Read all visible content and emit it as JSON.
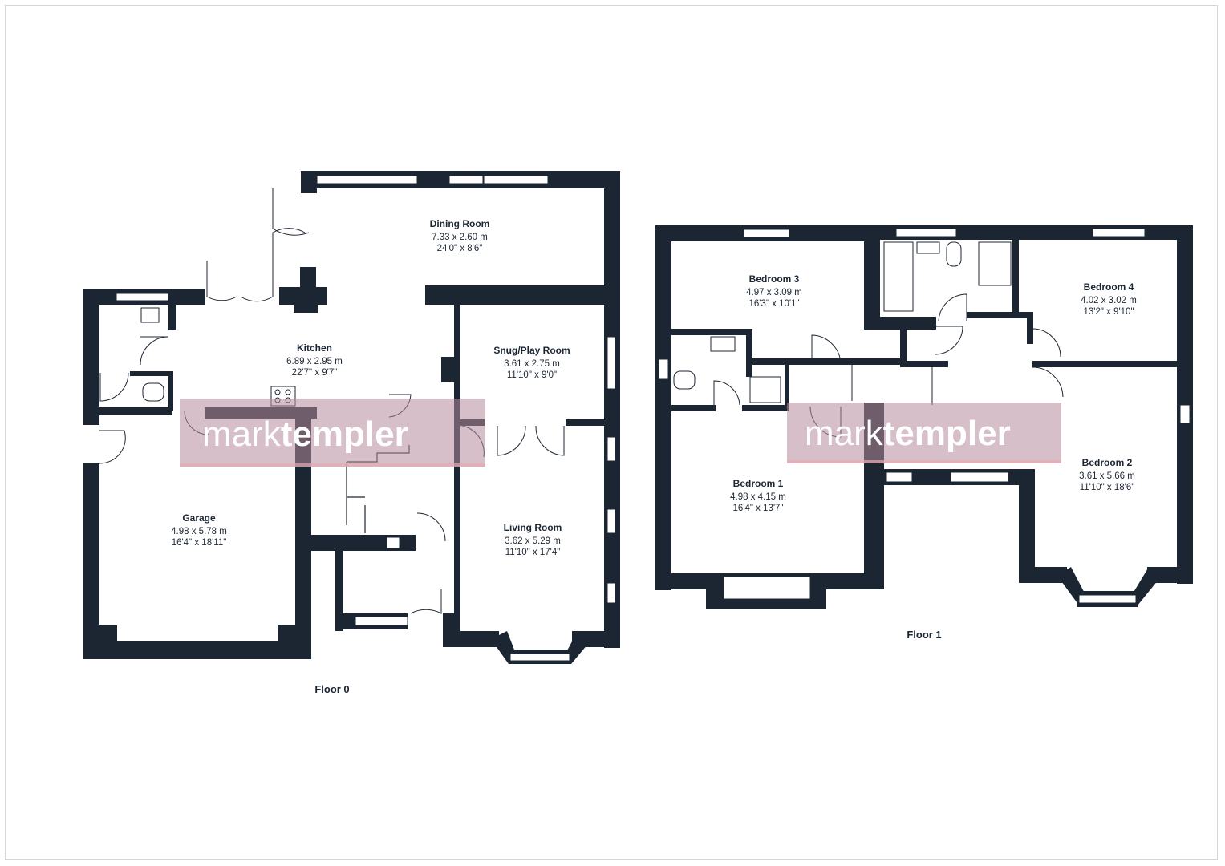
{
  "floors": [
    {
      "label": "Floor 0",
      "rooms": [
        {
          "name": "Dining Room",
          "metric": "7.33 x 2.60 m",
          "imperial": "24'0\" x 8'6\""
        },
        {
          "name": "Kitchen",
          "metric": "6.89 x 2.95 m",
          "imperial": "22'7\" x 9'7\""
        },
        {
          "name": "Snug/Play Room",
          "metric": "3.61 x 2.75 m",
          "imperial": "11'10\" x 9'0\""
        },
        {
          "name": "Garage",
          "metric": "4.98 x 5.78 m",
          "imperial": "16'4\" x 18'11\""
        },
        {
          "name": "Living Room",
          "metric": "3.62 x 5.29 m",
          "imperial": "11'10\" x 17'4\""
        }
      ]
    },
    {
      "label": "Floor 1",
      "rooms": [
        {
          "name": "Bedroom 3",
          "metric": "4.97 x 3.09 m",
          "imperial": "16'3\" x 10'1\""
        },
        {
          "name": "Bedroom 4",
          "metric": "4.02 x 3.02 m",
          "imperial": "13'2\" x 9'10\""
        },
        {
          "name": "Bedroom 1",
          "metric": "4.98 x 4.15 m",
          "imperial": "16'4\" x 13'7\""
        },
        {
          "name": "Bedroom 2",
          "metric": "3.61 x 5.66 m",
          "imperial": "11'10\" x 18'6\""
        }
      ]
    }
  ],
  "watermark": {
    "light": "mark",
    "bold": "templer"
  },
  "colors": {
    "wall": "#1c2633",
    "watermark": "#b48a9a"
  }
}
